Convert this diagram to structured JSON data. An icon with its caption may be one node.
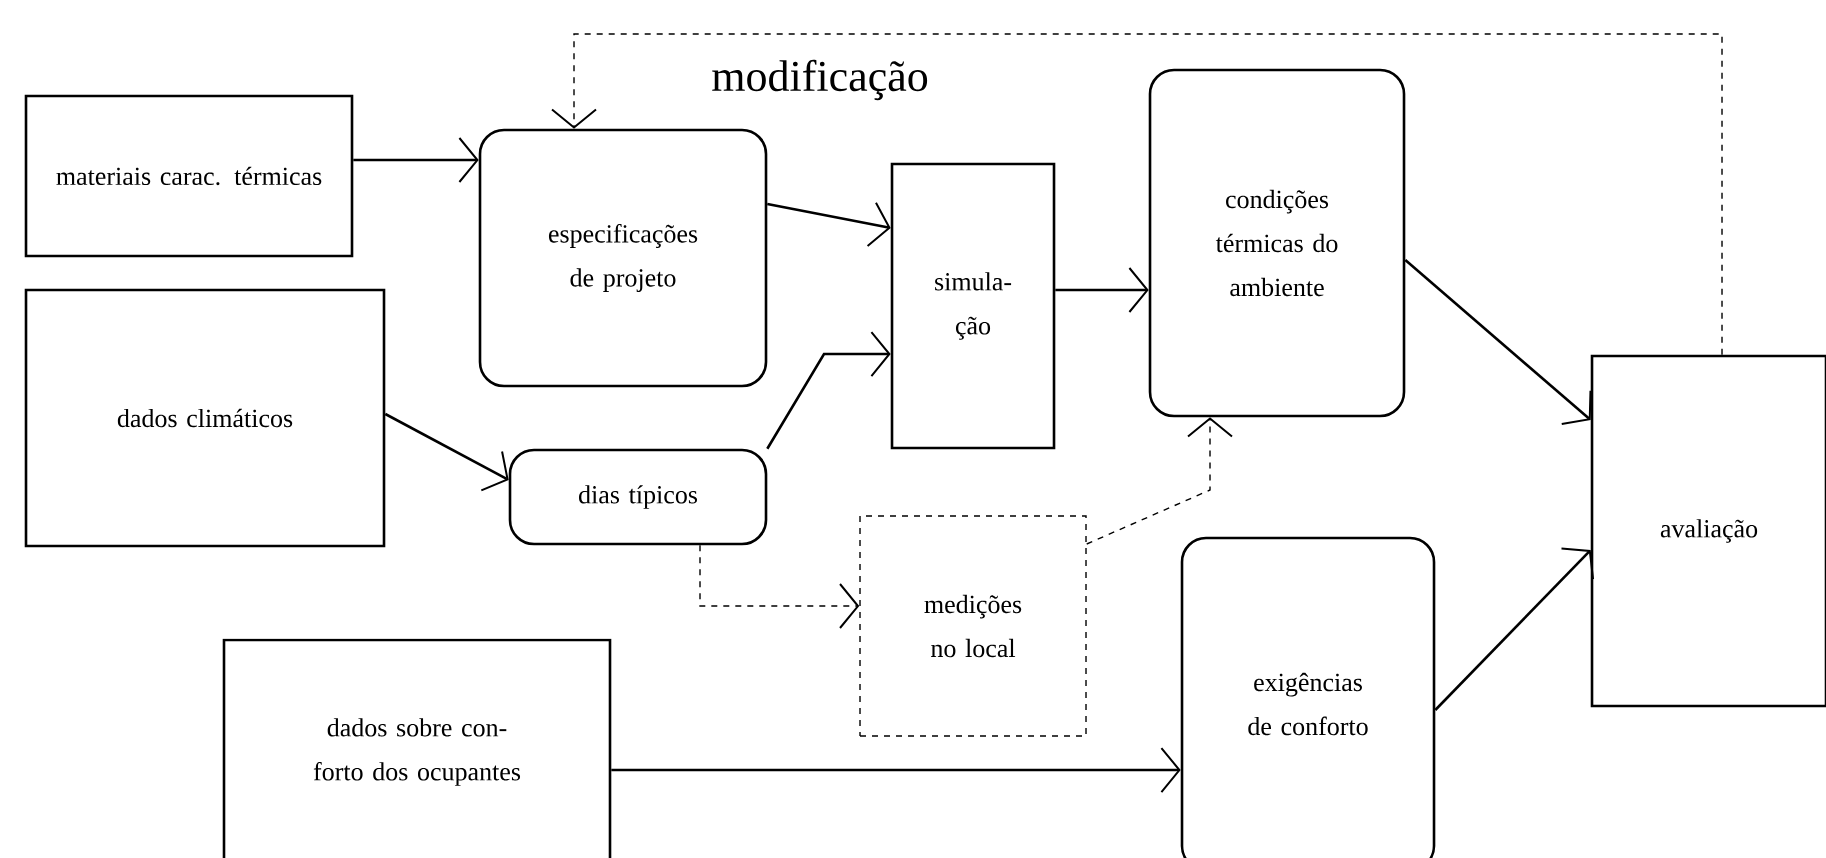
{
  "diagram": {
    "nodes": [
      {
        "text": [
          "materiais carac. térmicas"
        ]
      },
      {
        "text": [
          "especificações de projeto"
        ]
      },
      {
        "text": [
          "dados climáticos"
        ]
      },
      {
        "text": [
          "dias típicos"
        ]
      },
      {
        "text": [
          "simula- ção"
        ]
      },
      {
        "text": [
          "condições térmicas do ambiente"
        ]
      },
      {
        "text": [
          "medições no local"
        ]
      },
      {
        "text": [
          "dados sobre con- forto dos ocupantes"
        ]
      },
      {
        "text": [
          "exigências de conforto"
        ]
      },
      {
        "text": [
          "avaliação"
        ]
      }
    ],
    "edges": [
      {
        "from": 0,
        "to": 1,
        "arrow": "to"
      },
      {
        "from": 1,
        "to": 4,
        "arrow": "to"
      },
      {
        "from": 2,
        "to": 3,
        "arrow": "to"
      },
      {
        "from": 3,
        "to": 4,
        "arrow": "to"
      },
      {
        "from": 4,
        "to": 5,
        "arrow": "to"
      },
      {
        "from": 3,
        "to": 6,
        "arrow": "to",
        "style": "dashed"
      },
      {
        "from": 6,
        "to": 5,
        "arrow": "to",
        "style": "dashed"
      },
      {
        "from": 5,
        "to": 9,
        "arrow": "to"
      },
      {
        "from": 8,
        "to": 9,
        "arrow": "to"
      },
      {
        "from": 7,
        "to": 8,
        "arrow": "to"
      },
      {
        "from": 9,
        "to": 1,
        "arrow": "to",
        "style": "dashed",
        "label": "modificação"
      }
    ]
  }
}
